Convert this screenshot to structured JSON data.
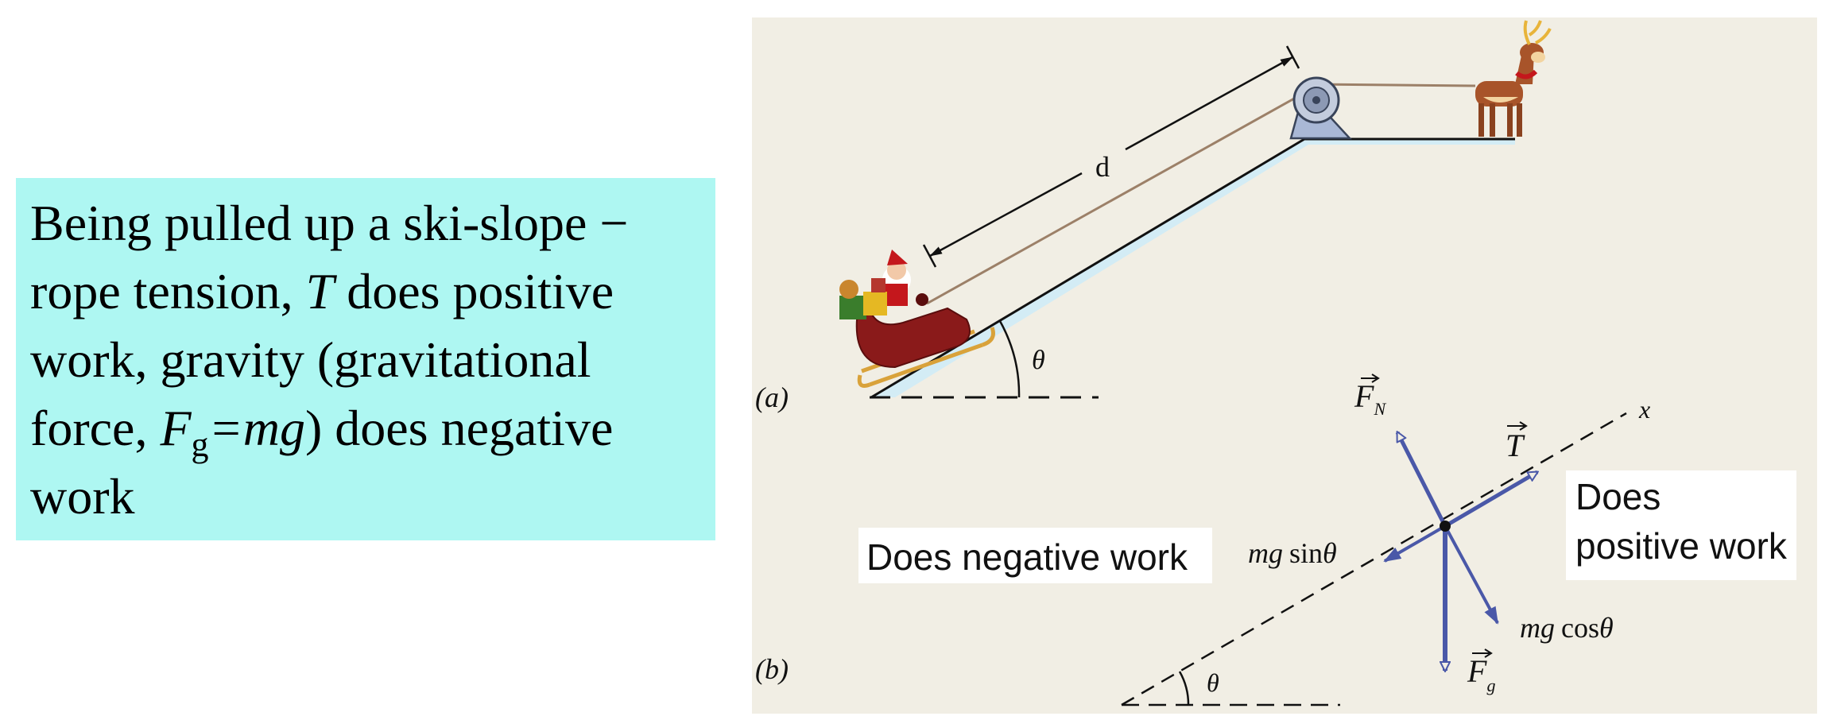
{
  "description_box": {
    "text_before_T": "Being pulled up a ski-slope − rope tension, ",
    "T": "T",
    "text_after_T": " does positive work, gravity (gravitational force, ",
    "F": "F",
    "g_subscript": "g",
    "equals_mg": "=mg",
    "text_end": ") does negative work",
    "background_color": "#aef7f2"
  },
  "figure": {
    "background_color": "#f1eee4",
    "vector_color": "#4a58a8",
    "panel_a": {
      "label": "(a)",
      "distance_label": "d",
      "angle_label": "θ",
      "icons": [
        "sleigh-icon",
        "pulley-icon",
        "reindeer-icon"
      ]
    },
    "panel_b": {
      "label": "(b)",
      "axis_label": "x",
      "angle_label": "θ",
      "forces": {
        "normal": {
          "symbol": "F",
          "subscript": "N"
        },
        "tension": {
          "symbol": "T"
        },
        "gravity": {
          "symbol": "F",
          "subscript": "g"
        },
        "parallel_component": {
          "mg": "mg",
          "func": "sin",
          "angle": "θ"
        },
        "perpendicular_component": {
          "mg": "mg",
          "func": "cos",
          "angle": "θ"
        }
      }
    },
    "callouts": {
      "negative": "Does negative work",
      "positive_line1": "Does",
      "positive_line2": "positive work"
    }
  }
}
